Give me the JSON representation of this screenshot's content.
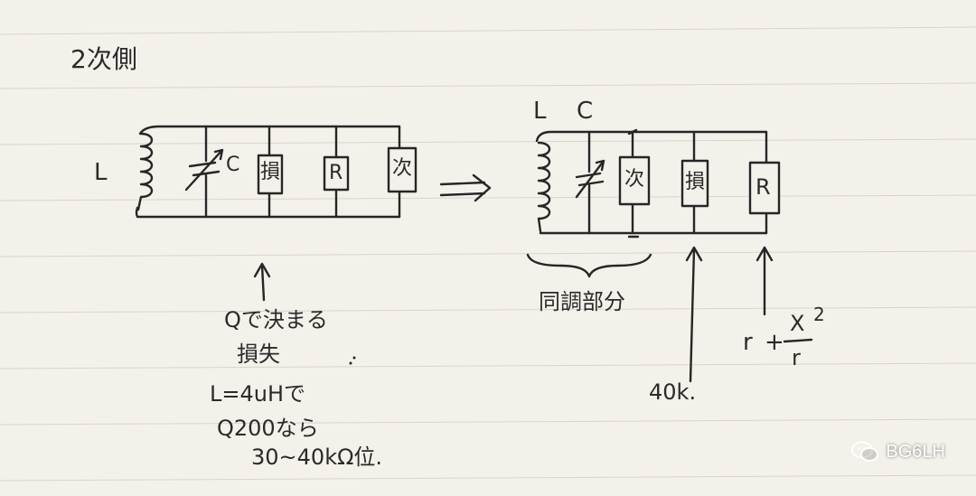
{
  "title": "2次側",
  "left_circuit": {
    "label_L": "L",
    "label_C": "C",
    "block_loss": "損",
    "block_R": "R",
    "block_coupling": "次"
  },
  "arrow_text": "=>",
  "right_circuit": {
    "label_L": "L",
    "label_C": "C",
    "block_coupling": "次",
    "block_loss": "損",
    "block_R": "R",
    "brace_label": "同調部分"
  },
  "notes_left": [
    "Qで決まる",
    "損失",
    "L=4uHで",
    "Q200なら",
    "30~40kΩ位."
  ],
  "note_40k": "40k.",
  "formula": {
    "r": "r",
    "plus": "+",
    "numerator": "X",
    "exponent": "2",
    "denominator": "r"
  },
  "watermark": "BG6LH"
}
